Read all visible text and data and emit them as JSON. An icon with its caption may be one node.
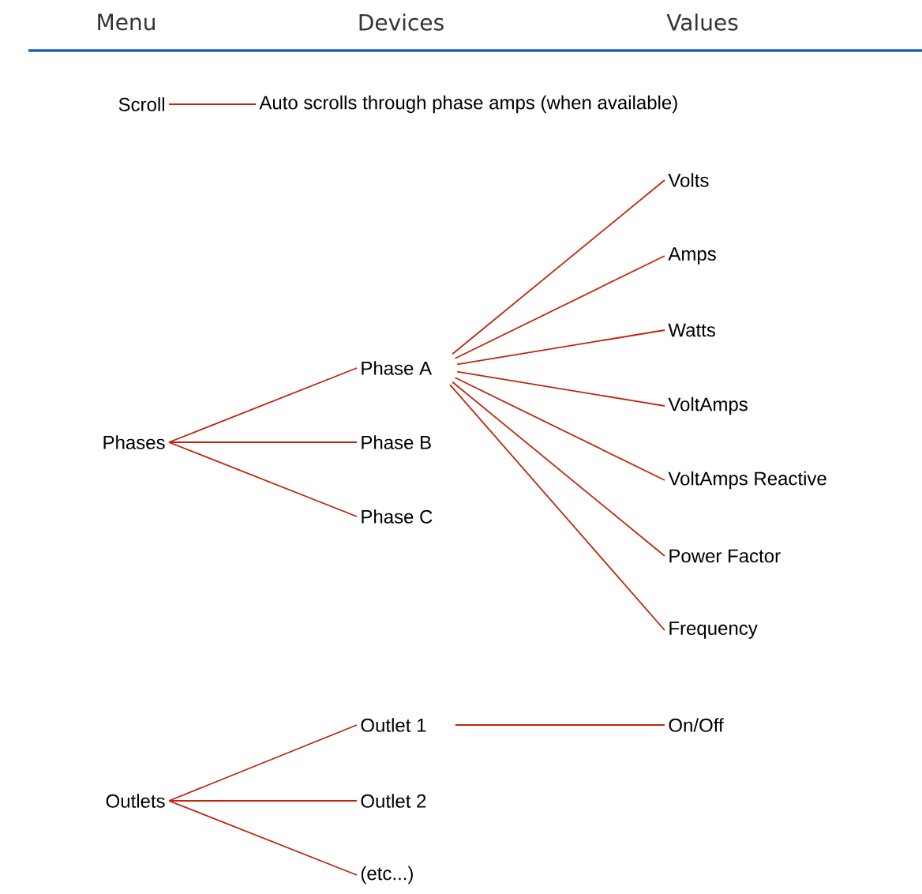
{
  "diagram": {
    "nodes": [
      {
        "text": [
          "Scroll"
        ]
      },
      {
        "text": [
          "Auto scrolls through phase amps (when available)"
        ]
      },
      {
        "text": [
          "Phases"
        ]
      },
      {
        "text": [
          "Phase A"
        ]
      },
      {
        "text": [
          "Phase B"
        ]
      },
      {
        "text": [
          "Phase C"
        ]
      },
      {
        "text": [
          "Volts"
        ]
      },
      {
        "text": [
          "Amps"
        ]
      },
      {
        "text": [
          "Watts"
        ]
      },
      {
        "text": [
          "VoltAmps"
        ]
      },
      {
        "text": [
          "VoltAmps Reactive"
        ]
      },
      {
        "text": [
          "Power Factor"
        ]
      },
      {
        "text": [
          "Frequency"
        ]
      },
      {
        "text": [
          "Outlets"
        ]
      },
      {
        "text": [
          "Outlet 1"
        ]
      },
      {
        "text": [
          "Outlet 2"
        ]
      },
      {
        "text": [
          "(etc...)"
        ]
      },
      {
        "text": [
          "On/Off"
        ]
      }
    ],
    "edges": [
      {
        "from": 0,
        "to": 1,
        "arrow": "none"
      },
      {
        "from": 2,
        "to": 3,
        "arrow": "none"
      },
      {
        "from": 2,
        "to": 4,
        "arrow": "none"
      },
      {
        "from": 2,
        "to": 5,
        "arrow": "none"
      },
      {
        "from": 3,
        "to": 6,
        "arrow": "none"
      },
      {
        "from": 3,
        "to": 7,
        "arrow": "none"
      },
      {
        "from": 3,
        "to": 8,
        "arrow": "none"
      },
      {
        "from": 3,
        "to": 9,
        "arrow": "none"
      },
      {
        "from": 3,
        "to": 10,
        "arrow": "none"
      },
      {
        "from": 3,
        "to": 11,
        "arrow": "none"
      },
      {
        "from": 3,
        "to": 12,
        "arrow": "none"
      },
      {
        "from": 13,
        "to": 14,
        "arrow": "none"
      },
      {
        "from": 13,
        "to": 15,
        "arrow": "none"
      },
      {
        "from": 13,
        "to": 16,
        "arrow": "none"
      },
      {
        "from": 14,
        "to": 17,
        "arrow": "none"
      }
    ],
    "labels": [
      "Menu",
      "Devices",
      "Values"
    ]
  }
}
